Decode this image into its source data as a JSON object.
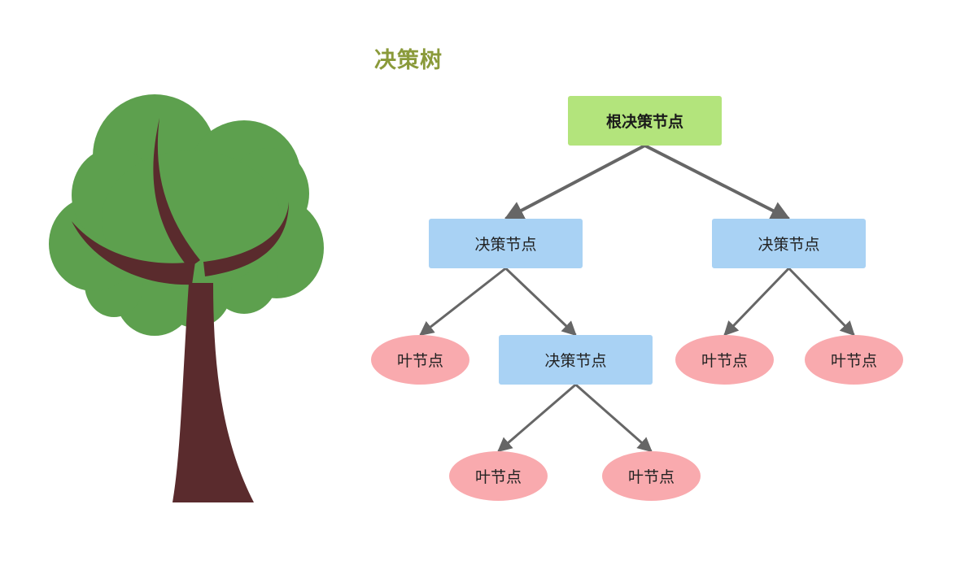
{
  "title": "决策树",
  "nodes": {
    "root": "根决策节点",
    "decision_left": "决策节点",
    "decision_right": "决策节点",
    "decision_mid": "决策节点",
    "leaf_1": "叶节点",
    "leaf_2": "叶节点",
    "leaf_3": "叶节点",
    "leaf_4": "叶节点",
    "leaf_5": "叶节点"
  },
  "edges": [
    [
      "root",
      "decision_left"
    ],
    [
      "root",
      "decision_right"
    ],
    [
      "decision_left",
      "leaf_1"
    ],
    [
      "decision_left",
      "decision_mid"
    ],
    [
      "decision_right",
      "leaf_2"
    ],
    [
      "decision_right",
      "leaf_3"
    ],
    [
      "decision_mid",
      "leaf_4"
    ],
    [
      "decision_mid",
      "leaf_5"
    ]
  ],
  "colors": {
    "title": "#8a9a3a",
    "root": "#b3e47c",
    "decision": "#a9d2f4",
    "leaf": "#f9aaae",
    "edge": "#666666",
    "foliage": "#5da04e",
    "trunk": "#5a2b2d"
  }
}
